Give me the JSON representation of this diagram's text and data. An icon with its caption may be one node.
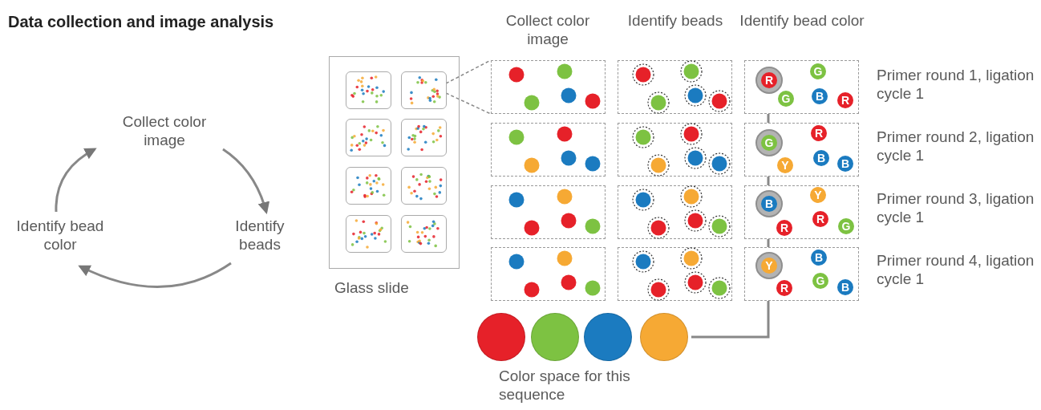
{
  "diagram": {
    "title": "Data collection and image analysis",
    "nodes": [
      {
        "text": [
          "Collect color image"
        ]
      },
      {
        "text": [
          "Identify beads"
        ]
      },
      {
        "text": [
          "Identify bead color"
        ]
      },
      {
        "text": [
          "Glass slide"
        ]
      },
      {
        "text": [],
        "shape": "box",
        "in": 3
      },
      {
        "text": [],
        "shape": "box",
        "in": 3
      },
      {
        "text": [],
        "shape": "box",
        "in": 3
      },
      {
        "text": [],
        "shape": "box",
        "in": 3
      },
      {
        "text": [],
        "shape": "box",
        "in": 3
      },
      {
        "text": [],
        "shape": "box",
        "in": 3
      },
      {
        "text": [],
        "shape": "box",
        "in": 3
      },
      {
        "text": [],
        "shape": "box",
        "in": 3
      },
      {
        "text": [],
        "shape": "box"
      },
      {
        "text": [],
        "shape": "box"
      },
      {
        "text": [],
        "shape": "box"
      },
      {
        "text": [],
        "shape": "box"
      },
      {
        "text": [],
        "shape": "box"
      },
      {
        "text": [],
        "shape": "box"
      },
      {
        "text": [],
        "shape": "box"
      },
      {
        "text": [],
        "shape": "box"
      },
      {
        "text": [],
        "shape": "box"
      },
      {
        "text": [],
        "shape": "box"
      },
      {
        "text": [],
        "shape": "box"
      },
      {
        "text": [],
        "shape": "box"
      },
      {
        "text": [
          "R"
        ],
        "in": 14
      },
      {
        "text": [
          "G"
        ],
        "in": 14
      },
      {
        "text": [
          "B"
        ],
        "in": 14
      },
      {
        "text": [
          "G"
        ],
        "in": 14
      },
      {
        "text": [
          "R"
        ],
        "in": 14
      },
      {
        "text": [
          "G"
        ],
        "in": 17
      },
      {
        "text": [
          "R"
        ],
        "in": 17
      },
      {
        "text": [
          "B"
        ],
        "in": 17
      },
      {
        "text": [
          "B"
        ],
        "in": 17
      },
      {
        "text": [
          "Y"
        ],
        "in": 17
      },
      {
        "text": [
          "B"
        ],
        "in": 20
      },
      {
        "text": [
          "Y"
        ],
        "in": 20
      },
      {
        "text": [
          "R"
        ],
        "in": 20
      },
      {
        "text": [
          "G"
        ],
        "in": 20
      },
      {
        "text": [
          "R"
        ],
        "in": 20
      },
      {
        "text": [
          "Y"
        ],
        "in": 23
      },
      {
        "text": [
          "B"
        ],
        "in": 23
      },
      {
        "text": [
          "G"
        ],
        "in": 23
      },
      {
        "text": [
          "B"
        ],
        "in": 23
      },
      {
        "text": [
          "R"
        ],
        "in": 23
      },
      {
        "text": [],
        "shape": "circle"
      },
      {
        "text": [],
        "shape": "circle"
      },
      {
        "text": [],
        "shape": "circle"
      },
      {
        "text": [],
        "shape": "circle"
      }
    ],
    "edges": [
      {
        "from": 0,
        "to": 1,
        "arrow": "to"
      },
      {
        "from": 1,
        "to": 2,
        "arrow": "to"
      },
      {
        "from": 2,
        "to": 0,
        "arrow": "to"
      },
      {
        "from": 5,
        "to": 12,
        "arrow": "none",
        "style": "dashed"
      },
      {
        "from": 5,
        "to": 12,
        "arrow": "none",
        "style": "dashed"
      },
      {
        "from": 24,
        "to": 29,
        "arrow": "none"
      },
      {
        "from": 29,
        "to": 34,
        "arrow": "none"
      },
      {
        "from": 34,
        "to": 39,
        "arrow": "none"
      },
      {
        "from": 39,
        "to": 47,
        "arrow": "none"
      }
    ],
    "labels": [
      "Collect color image",
      "Identify beads",
      "Identify bead color",
      "Primer round 1, ligation cycle 1",
      "Primer round 2, ligation cycle 1",
      "Primer round 3, ligation cycle 1",
      "Primer round 4, ligation cycle 1",
      "Color space for this sequence"
    ]
  }
}
